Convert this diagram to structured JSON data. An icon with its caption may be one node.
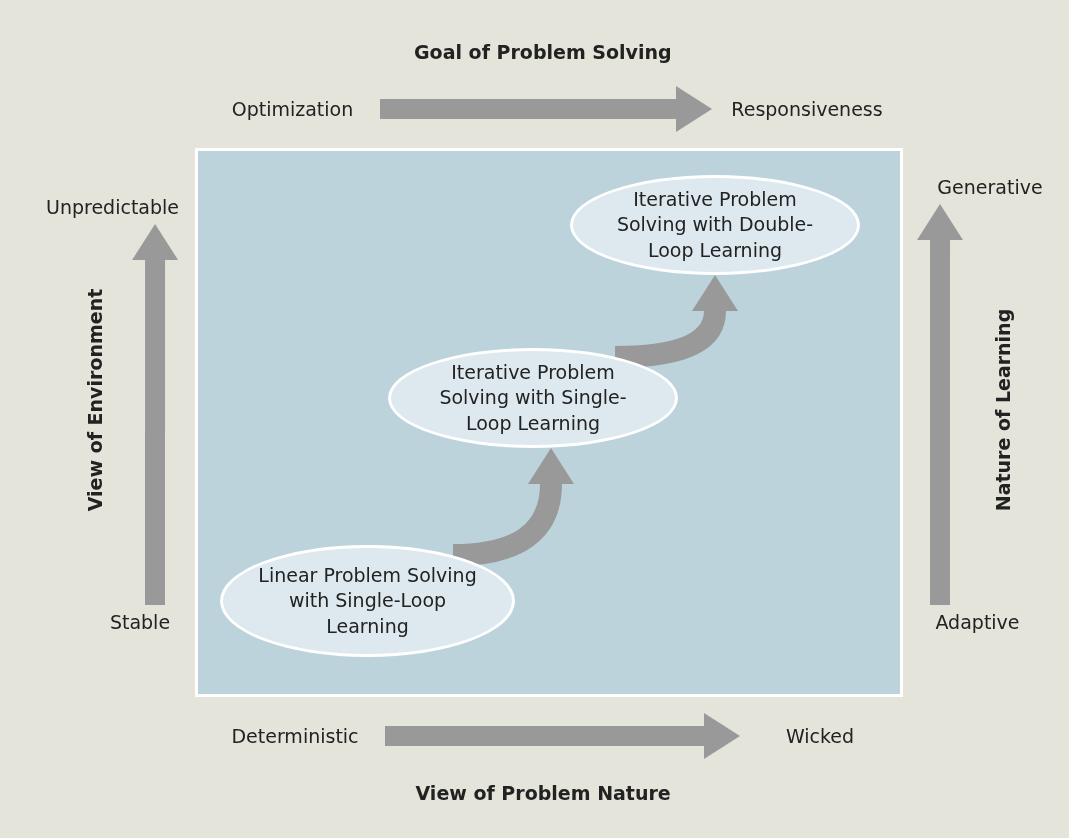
{
  "diagram": {
    "nodes": [
      {
        "text": [
          "Optimization"
        ]
      },
      {
        "text": [
          "Responsiveness"
        ]
      },
      {
        "text": [
          "Unpredictable"
        ]
      },
      {
        "text": [
          "Stable"
        ]
      },
      {
        "text": [
          "Generative"
        ]
      },
      {
        "text": [
          "Adaptive"
        ]
      },
      {
        "text": [
          "Deterministic"
        ]
      },
      {
        "text": [
          "Wicked"
        ]
      },
      {
        "text": [],
        "shape": "box"
      },
      {
        "text": [
          "Linear Problem Solving with Single-Loop Learning"
        ],
        "in": 8
      },
      {
        "text": [
          "Iterative Problem Solving with Single-Loop Learning"
        ],
        "in": 8
      },
      {
        "text": [
          "Iterative Problem Solving with Double-Loop Learning"
        ],
        "in": 8
      }
    ],
    "edges": [
      {
        "from": 0,
        "to": 1,
        "arrow": "to"
      },
      {
        "from": 3,
        "to": 2,
        "arrow": "to"
      },
      {
        "from": 5,
        "to": 4,
        "arrow": "to"
      },
      {
        "from": 6,
        "to": 7,
        "arrow": "to"
      },
      {
        "from": 9,
        "to": 10,
        "arrow": "to"
      },
      {
        "from": 10,
        "to": 11,
        "arrow": "to"
      }
    ],
    "labels": [
      "Goal of Problem Solving",
      "View of Environment",
      "Nature of Learning",
      "View of Problem Nature"
    ]
  }
}
